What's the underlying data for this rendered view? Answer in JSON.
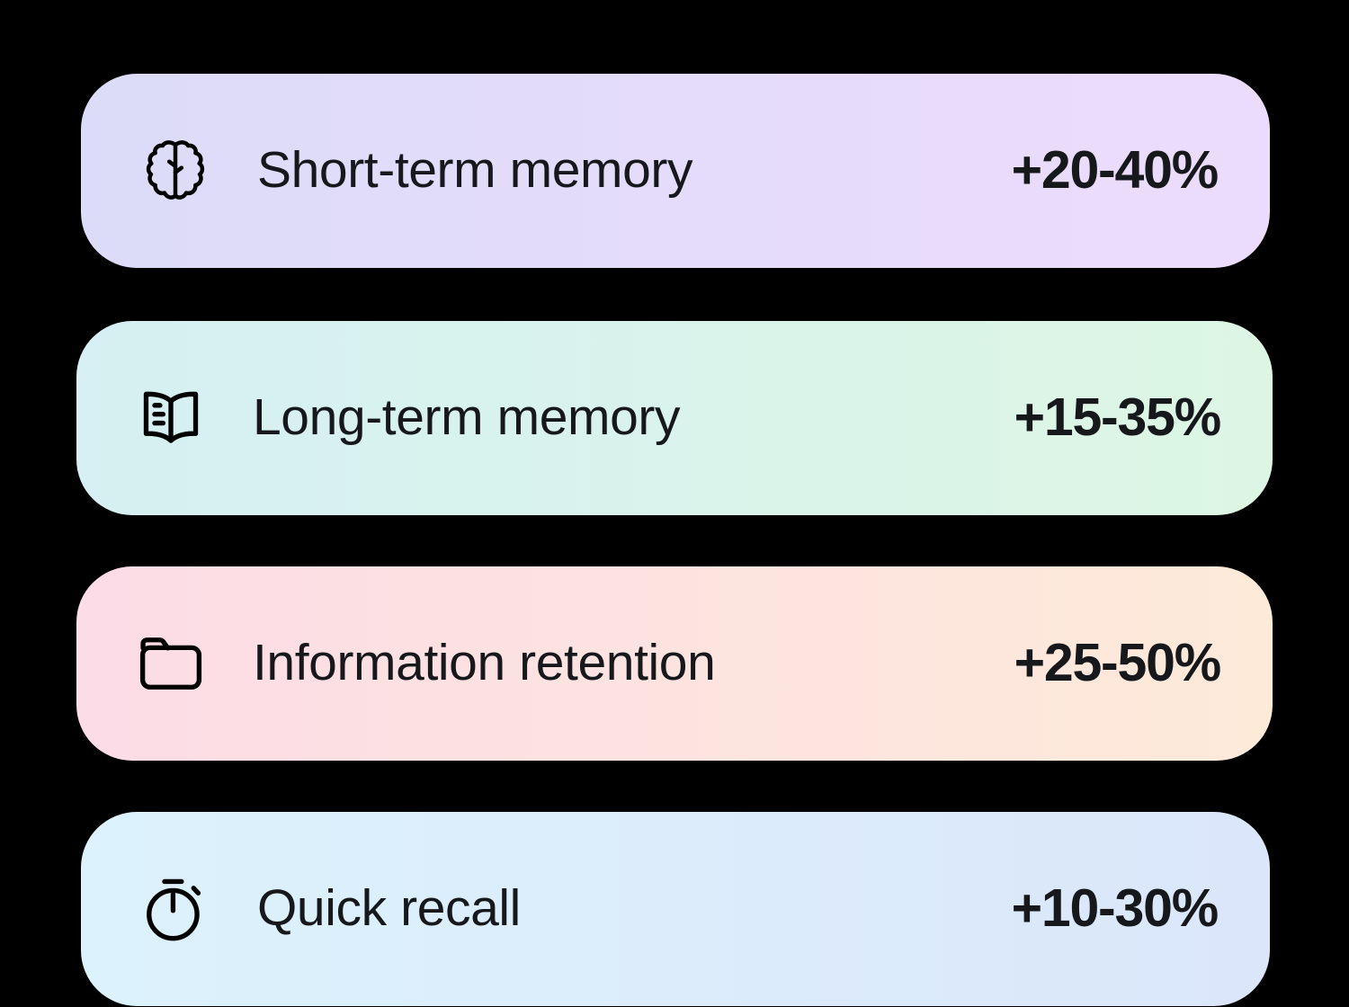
{
  "background_color": "#000000",
  "text_color": "#16181c",
  "cards": [
    {
      "icon": "brain-icon",
      "label": "Short-term memory",
      "value": "+20-40%",
      "gradient_from": "#dcdcf8",
      "gradient_to": "#ecdcfb"
    },
    {
      "icon": "open-book-icon",
      "label": "Long-term memory",
      "value": "+15-35%",
      "gradient_from": "#d6f0f3",
      "gradient_to": "#ddf6e4"
    },
    {
      "icon": "folder-icon",
      "label": "Information retention",
      "value": "+25-50%",
      "gradient_from": "#fcdce6",
      "gradient_to": "#fdead9"
    },
    {
      "icon": "stopwatch-icon",
      "label": "Quick recall",
      "value": "+10-30%",
      "gradient_from": "#dcf2fc",
      "gradient_to": "#dbe6fa"
    }
  ]
}
